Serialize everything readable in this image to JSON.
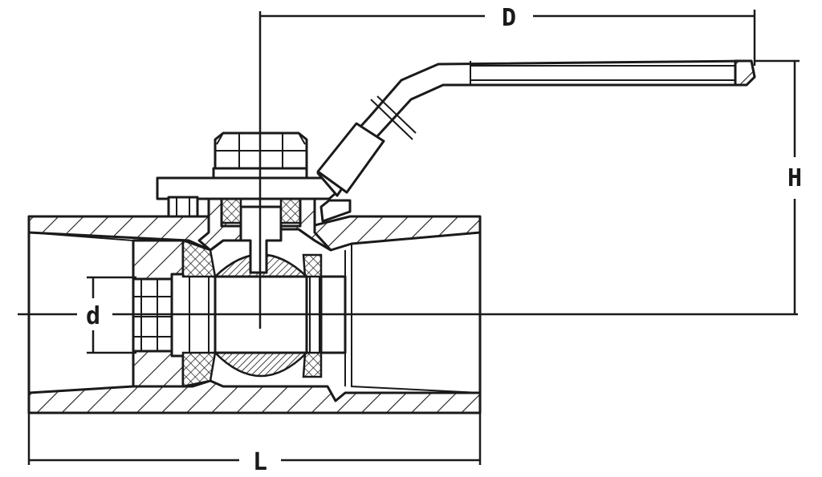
{
  "dimensions": {
    "D": "D",
    "H": "H",
    "L": "L",
    "d": "d"
  },
  "colors": {
    "line": "#1a1a1a",
    "background": "#ffffff"
  }
}
